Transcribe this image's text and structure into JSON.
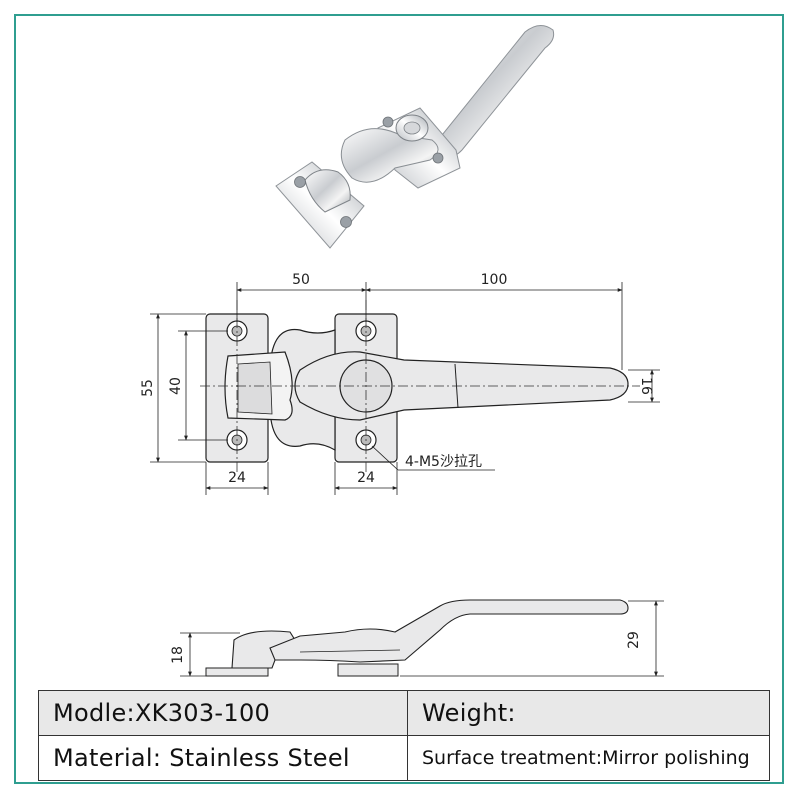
{
  "dimensions": {
    "top_left_spacing": "50",
    "top_handle_length": "100",
    "height_outer": "55",
    "height_inner": "40",
    "handle_tip_width": "16",
    "bottom_left_width": "24",
    "bottom_right_width": "24",
    "hole_callout": "4-M5沙拉孔",
    "side_height_left": "18",
    "side_height_right": "29"
  },
  "specs": {
    "model": "Modle:XK303-100",
    "weight": "Weight:",
    "material": "Material: Stainless Steel",
    "surface": "Surface treatment:Mirror polishing"
  },
  "colors": {
    "frame": "#2f9e90",
    "part_fill": "#e9e9ea",
    "outline": "#222222"
  }
}
